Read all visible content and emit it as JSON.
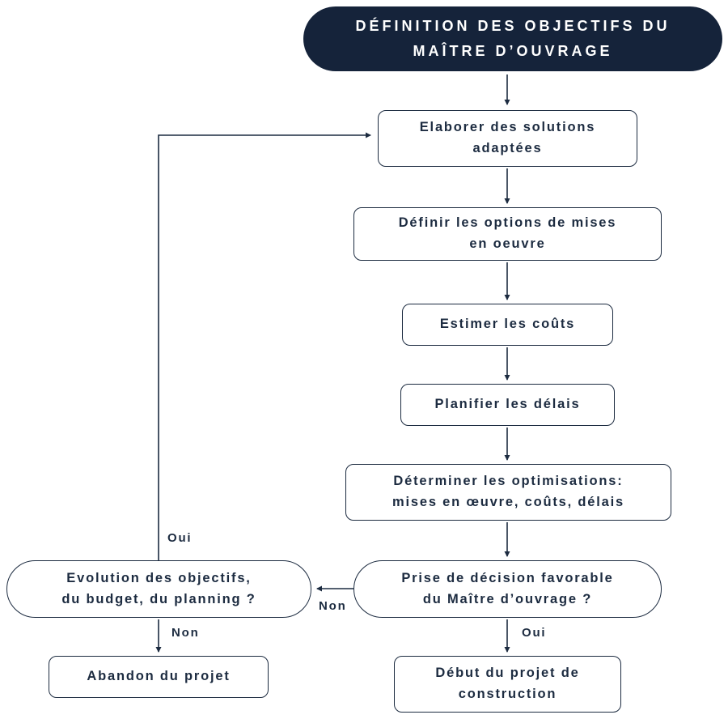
{
  "title": {
    "label": "DÉFINITION DES OBJECTIFS DU\nMAÎTRE D’OUVRAGE"
  },
  "nodes": {
    "elaborer": {
      "label": "Elaborer des solutions\nadaptées"
    },
    "definir": {
      "label": "Définir les options de mises\nen oeuvre"
    },
    "estimer": {
      "label": "Estimer les coûts"
    },
    "planifier": {
      "label": "Planifier les délais"
    },
    "determiner": {
      "label": "Déterminer les optimisations:\nmises en œuvre, coûts, délais"
    },
    "decision": {
      "label": "Prise de décision favorable\ndu Maître d’ouvrage ?"
    },
    "evolution": {
      "label": "Evolution des objectifs,\ndu budget, du planning ?"
    },
    "abandon": {
      "label": "Abandon du projet"
    },
    "debut": {
      "label": "Début du projet de\nconstruction"
    }
  },
  "edge_labels": {
    "loop_oui": "Oui",
    "decision_non": "Non",
    "evolution_non": "Non",
    "decision_oui": "Oui"
  },
  "colors": {
    "ink": "#1c2b40",
    "title_bg": "#15233a",
    "title_text": "#ffffff",
    "node_bg": "#ffffff"
  }
}
